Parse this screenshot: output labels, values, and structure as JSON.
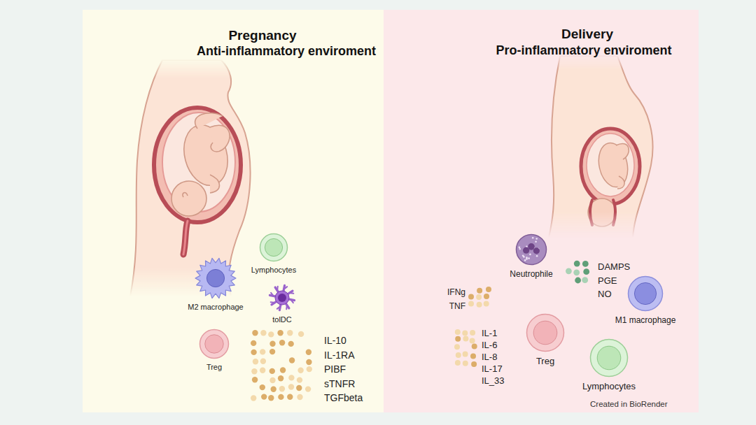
{
  "diagram": {
    "nodes": [
      {
        "text": [
          "Pregnancy",
          "Anti-inflammatory enviroment"
        ]
      },
      {
        "text": [
          "Delivery",
          "Pro-inflammatory enviroment"
        ]
      },
      {
        "text": [
          "Lymphocytes"
        ],
        "in": 0
      },
      {
        "text": [
          "M2 macrophage"
        ],
        "in": 0
      },
      {
        "text": [
          "tolDC"
        ],
        "in": 0
      },
      {
        "text": [
          "Treg"
        ],
        "in": 0
      },
      {
        "text": [
          "IL-10",
          "IL-1RA",
          "PIBF",
          "sTNFR",
          "TGFbeta"
        ],
        "in": 0
      },
      {
        "text": [
          "Neutrophile"
        ],
        "in": 1
      },
      {
        "text": [
          "DAMPS",
          "PGE",
          "NO"
        ],
        "in": 1
      },
      {
        "text": [
          "IFNg",
          "TNF"
        ],
        "in": 1
      },
      {
        "text": [
          "M1 macrophage"
        ],
        "in": 1
      },
      {
        "text": [
          "IL-1",
          "IL-6",
          "IL-8",
          "IL-17",
          "IL_33"
        ],
        "in": 1
      },
      {
        "text": [
          "Treg"
        ],
        "in": 1
      },
      {
        "text": [
          "Lymphocytes"
        ],
        "in": 1
      }
    ],
    "labels": [
      "Created in BioRender"
    ]
  }
}
